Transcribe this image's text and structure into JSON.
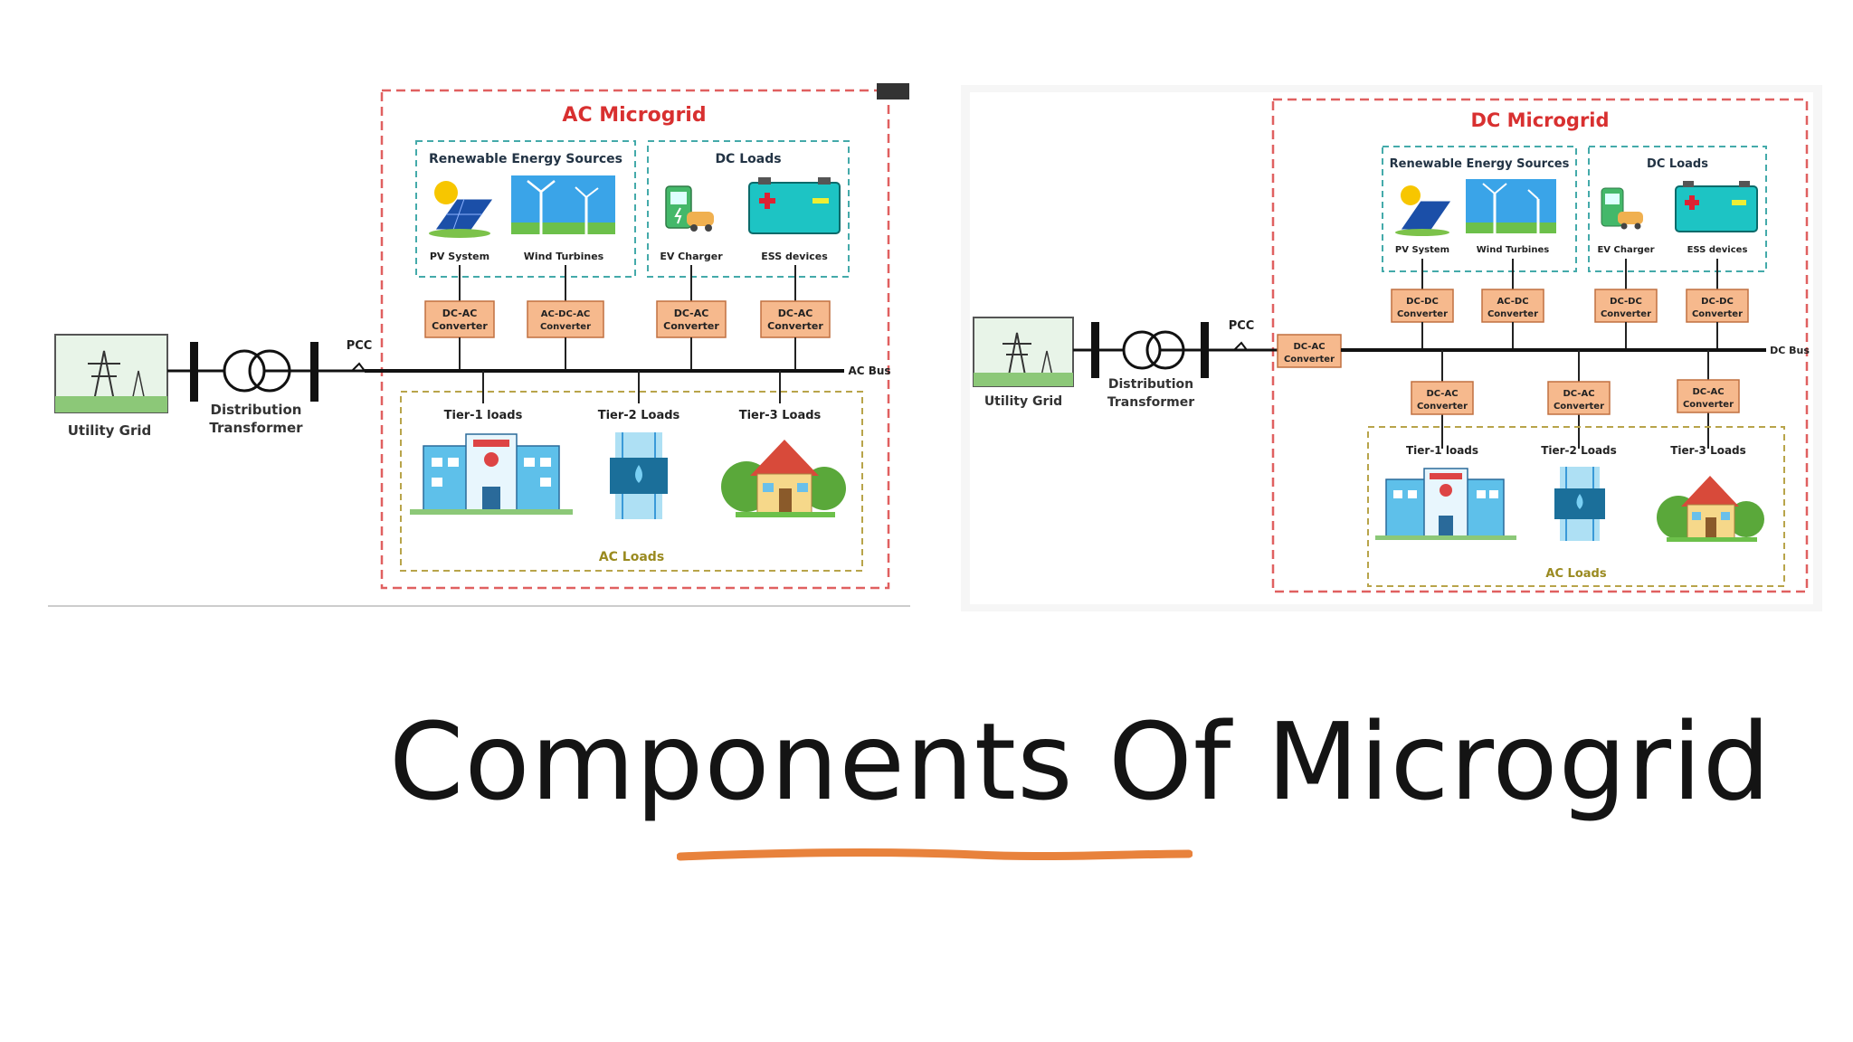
{
  "slide_title": "Components Of Microgrid",
  "accent_color": "#e8823c",
  "ac_diagram": {
    "title": "AC Microgrid",
    "res_group_label": "Renewable Energy Sources",
    "dc_loads_label": "DC Loads",
    "sources": [
      "PV System",
      "Wind Turbines",
      "EV Charger",
      "ESS devices"
    ],
    "converters": [
      "DC-AC Converter",
      "AC-DC-AC Converter",
      "DC-AC Converter",
      "DC-AC Converter"
    ],
    "utility_label": "Utility Grid",
    "transformer_label_1": "Distribution",
    "transformer_label_2": "Transformer",
    "pcc_label": "PCC",
    "bus_label": "AC Bus",
    "loads": [
      "Tier-1 loads",
      "Tier-2 Loads",
      "Tier-3 Loads"
    ],
    "loads_group_label": "AC Loads"
  },
  "dc_diagram": {
    "title": "DC Microgrid",
    "res_group_label": "Renewable Energy Sources",
    "dc_loads_label": "DC Loads",
    "sources": [
      "PV System",
      "Wind Turbines",
      "EV Charger",
      "ESS devices"
    ],
    "converters": [
      "DC-DC Converter",
      "AC-DC Converter",
      "DC-DC Converter",
      "DC-DC Converter"
    ],
    "grid_converter": "DC-AC Converter",
    "load_converters": [
      "DC-AC Converter",
      "DC-AC Converter",
      "DC-AC Converter"
    ],
    "utility_label": "Utility Grid",
    "transformer_label_1": "Distribution",
    "transformer_label_2": "Transformer",
    "pcc_label": "PCC",
    "bus_label": "DC Bus",
    "loads": [
      "Tier-1 loads",
      "Tier-2 Loads",
      "Tier-3 Loads"
    ],
    "loads_group_label": "AC Loads"
  }
}
